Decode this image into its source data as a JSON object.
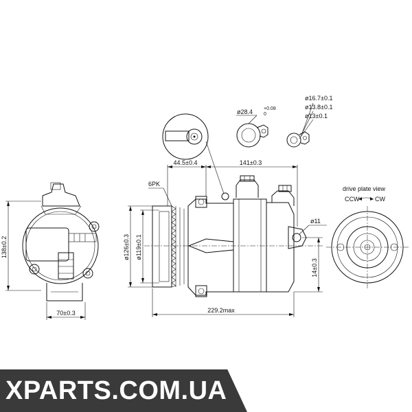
{
  "dimensions": {
    "height_left": "138±0.2",
    "width_bottom_left": "70±0.3",
    "offset_pulley": "44.5±0.4",
    "length_body": "141±0.3",
    "pulley_type": "6PK",
    "dia_pulley": "ø126±0.3",
    "dia_inner": "ø119±0.1",
    "total_length": "229.2max",
    "hole_dia": "ø11",
    "hole_offset": "14±0.3",
    "port_dia_a": "ø28.4",
    "port_dia_a_tol_top": "+0.08",
    "port_dia_a_tol_bottom": "0",
    "port_dia_b1": "ø16.7±0.1",
    "port_dia_b2": "ø13.8±0.1",
    "port_dia_b3": "ø13±0.1"
  },
  "drive_view": {
    "title": "drive plate view",
    "ccw": "CCW",
    "cw": "CW"
  },
  "watermark": "XPARTS.COM.UA"
}
